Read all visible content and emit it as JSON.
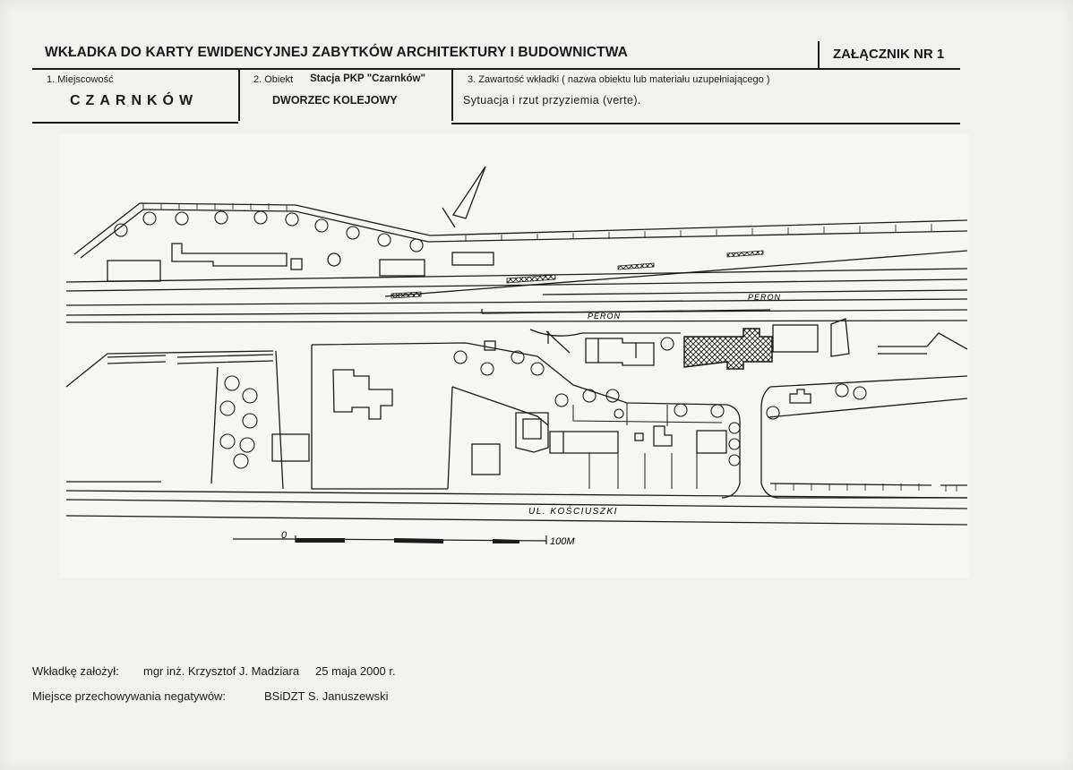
{
  "header": {
    "title": "WKŁADKA DO KARTY EWIDENCYJNEJ ZABYTKÓW ARCHITEKTURY I BUDOWNICTWA",
    "annex": "ZAŁĄCZNIK NR 1"
  },
  "fields": {
    "locality_label": "1. Miejscowość",
    "locality_value": "CZARNKÓW",
    "object_label": "2. Obiekt",
    "object_name": "Stacja PKP \"Czarnków\"",
    "object_value": "DWORZEC KOLEJOWY",
    "contents_label": "3. Zawartość wkładki ( nazwa obiektu lub materiału uzupełniającego )",
    "contents_value": "Sytuacja i rzut przyziemia (verte)."
  },
  "plan": {
    "label_peron_1": "PERON",
    "label_peron_2": "PERON",
    "label_street": "UL. KOŚCIUSZKI",
    "scale_zero": "0",
    "scale_end": "100M"
  },
  "footer": {
    "author_label": "Wkładkę założył:",
    "author_value": "mgr inż. Krzysztof J. Madziara",
    "date": "25 maja 2000 r.",
    "storage_label": "Miejsce przechowywania negatywów:",
    "storage_value": "BSiDZT S. Januszewski"
  }
}
